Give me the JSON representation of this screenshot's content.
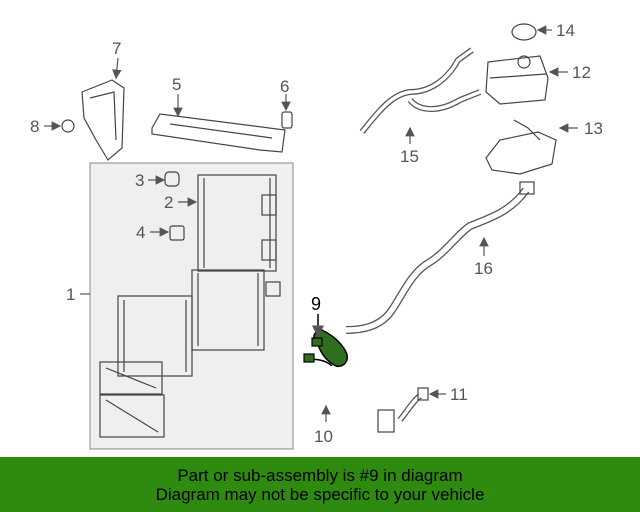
{
  "callouts": {
    "c1": "1",
    "c2": "2",
    "c3": "3",
    "c4": "4",
    "c5": "5",
    "c6": "6",
    "c7": "7",
    "c8": "8",
    "c9": "9",
    "c10": "10",
    "c11": "11",
    "c12": "12",
    "c13": "13",
    "c14": "14",
    "c15": "15",
    "c16": "16"
  },
  "highlight": {
    "part_number": "9",
    "color": "#2e6e1e"
  },
  "banner": {
    "line1": "Part or sub-assembly is #9 in diagram",
    "line2": "Diagram may not be specific to your vehicle",
    "color": "#2e8b10"
  }
}
